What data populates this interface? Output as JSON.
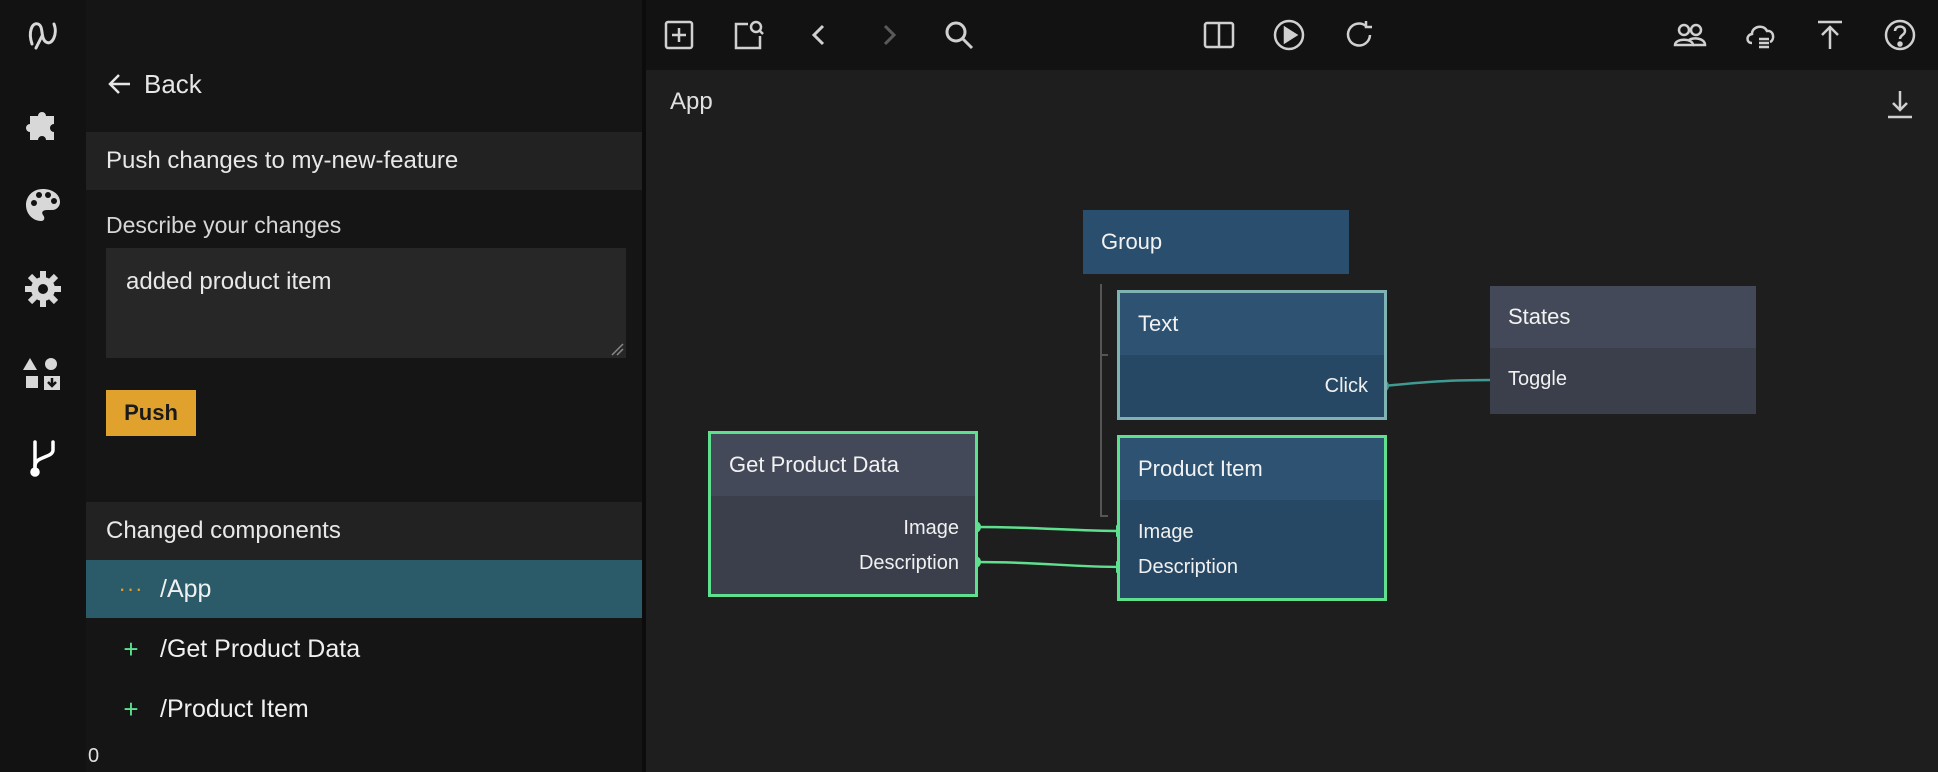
{
  "sidebar": {
    "back_label": "Back",
    "push_header": "Push changes to my-new-feature",
    "describe_label": "Describe your changes",
    "description_value": "added product item",
    "push_button": "Push",
    "changed_header": "Changed components",
    "changed_items": [
      {
        "label": "/App",
        "marker": "···",
        "status": "modified"
      },
      {
        "label": "/Get Product Data",
        "marker": "+",
        "status": "added"
      },
      {
        "label": "/Product Item",
        "marker": "+",
        "status": "added"
      }
    ],
    "footer_value": "0"
  },
  "rail_icons": [
    "noodl-logo-icon",
    "puzzle-icon",
    "palette-icon",
    "gear-icon",
    "components-icon",
    "git-branch-icon"
  ],
  "toolbar_icons": [
    "add-node-icon",
    "inspect-icon",
    "back-arrow-icon",
    "forward-arrow-icon",
    "search-icon",
    "split-view-icon",
    "play-icon",
    "refresh-icon",
    "users-icon",
    "cloud-icon",
    "upload-icon",
    "help-icon"
  ],
  "canvas": {
    "title": "App",
    "nodes": {
      "group": {
        "title": "Group"
      },
      "text": {
        "title": "Text",
        "output": "Click"
      },
      "states": {
        "title": "States",
        "input": "Toggle"
      },
      "get_product_data": {
        "title": "Get Product Data",
        "outputs": [
          "Image",
          "Description"
        ]
      },
      "product_item": {
        "title": "Product Item",
        "inputs": [
          "Image",
          "Description"
        ]
      }
    }
  },
  "colors": {
    "accent_orange": "#e0a22c",
    "selection_teal": "#2b5b68",
    "added_green": "#5fe08f",
    "visual_node": "#294d6b",
    "logic_node": "#3a3f4b"
  }
}
